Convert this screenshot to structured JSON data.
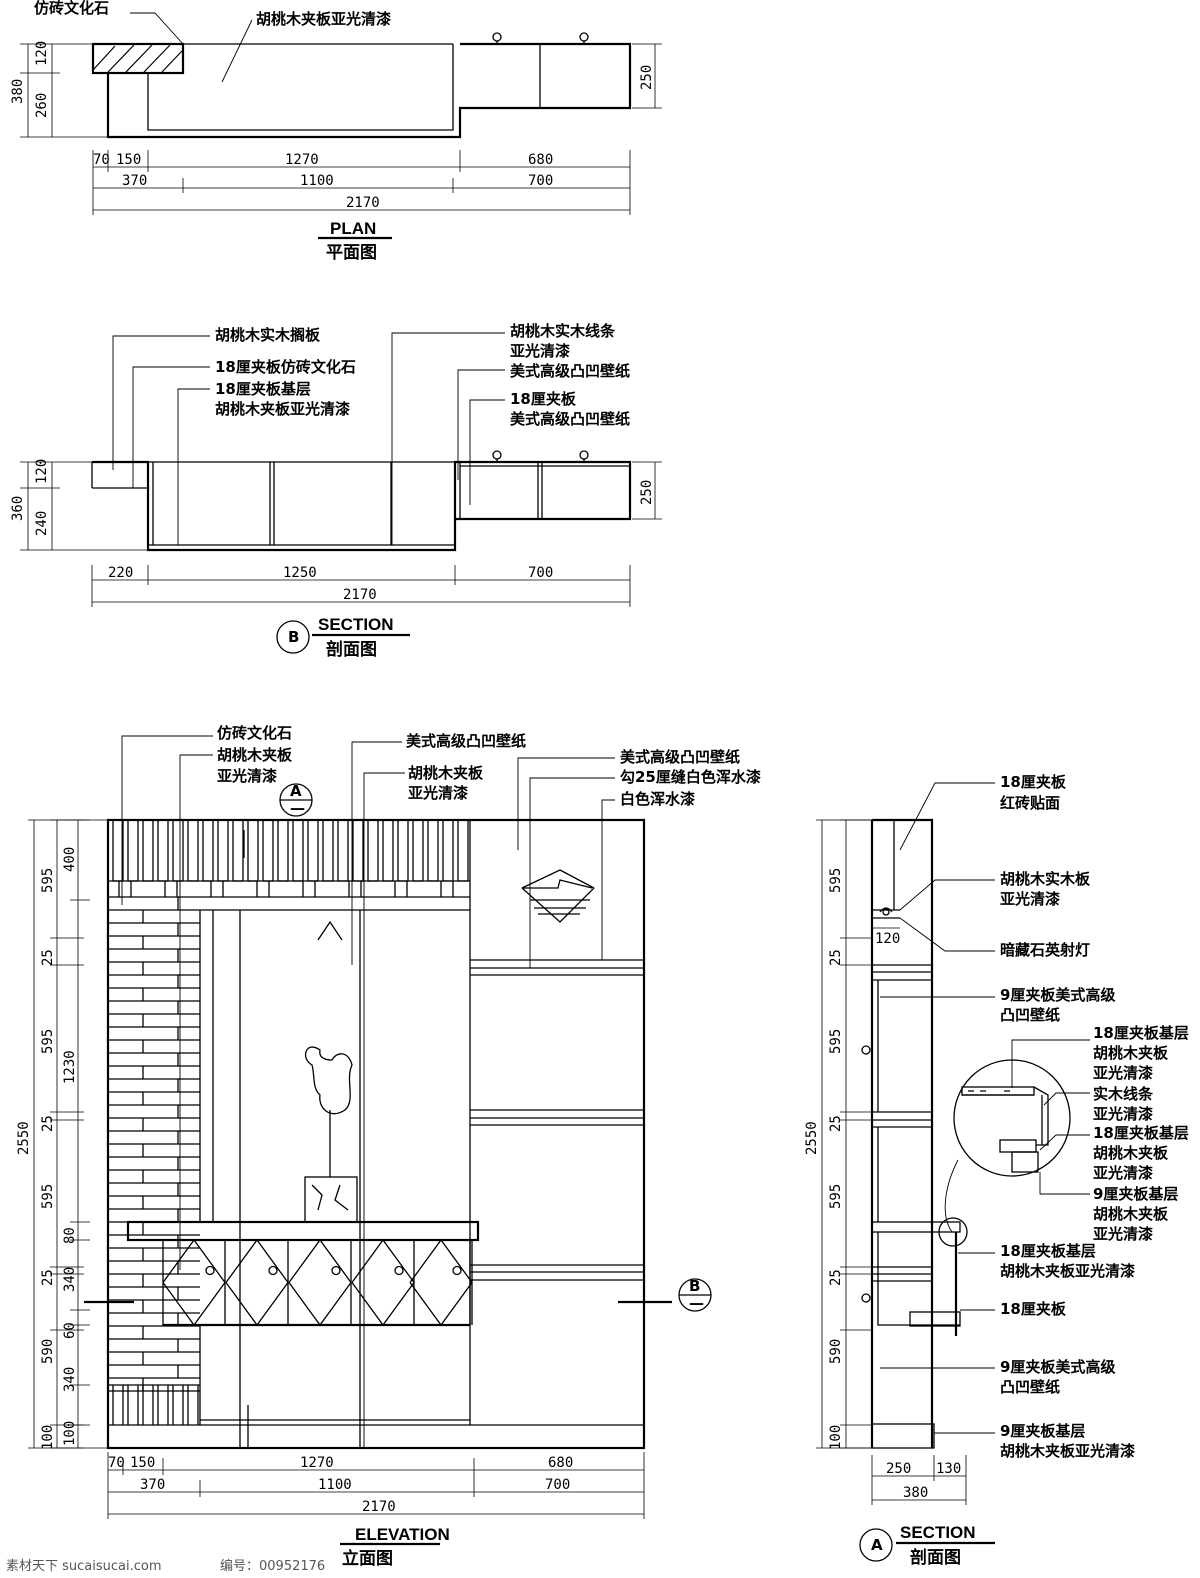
{
  "plan": {
    "labels": [
      "仿砖文化石",
      "胡桃木夹板亚光清漆"
    ],
    "dims_v": [
      "120",
      "260",
      "380",
      "250"
    ],
    "dims_row1": [
      "70",
      "150",
      "1270",
      "680"
    ],
    "dims_row2": [
      "370",
      "1100",
      "700"
    ],
    "dims_row3": [
      "2170"
    ],
    "title_en": "PLAN",
    "title_cn": "平面图"
  },
  "section_b": {
    "labels": [
      "胡桃木实木搁板",
      "18厘夹板仿砖文化石",
      "18厘夹板基层",
      "胡桃木夹板亚光清漆",
      "胡桃木实木线条",
      "亚光清漆",
      "美式高级凸凹壁纸",
      "18厘夹板",
      "美式高级凸凹壁纸"
    ],
    "dims_v": [
      "120",
      "240",
      "360",
      "250"
    ],
    "dims_row1": [
      "220",
      "1250",
      "700"
    ],
    "dims_row2": [
      "2170"
    ],
    "marker": "B",
    "title_en": "SECTION",
    "title_cn": "剖面图"
  },
  "elevation": {
    "labels": [
      "仿砖文化石",
      "胡桃木夹板",
      "亚光清漆",
      "美式高级凸凹壁纸",
      "胡桃木夹板",
      "亚光清漆",
      "美式高级凸凹壁纸",
      "勾25厘缝白色浑水漆",
      "白色浑水漆"
    ],
    "marker_a": "A",
    "marker_b": "B",
    "marker_sub": "—",
    "dims_v_inner": [
      "400",
      "1230",
      "80",
      "340",
      "60",
      "340",
      "100"
    ],
    "dims_v_outer": [
      "595",
      "25",
      "595",
      "25",
      "595",
      "25",
      "590",
      "100"
    ],
    "dims_total": "2550",
    "dims_row1": [
      "70",
      "150",
      "1270",
      "680"
    ],
    "dims_row2": [
      "370",
      "1100",
      "700"
    ],
    "dims_row3": [
      "2170"
    ],
    "title_en": "ELEVATION",
    "title_cn": "立面图"
  },
  "section_a": {
    "labels": [
      "18厘夹板",
      "红砖贴面",
      "胡桃木实木板",
      "亚光清漆",
      "暗藏石英射灯",
      "9厘夹板美式高级",
      "凸凹壁纸",
      "18厘夹板基层",
      "胡桃木夹板",
      "亚光清漆",
      "实木线条",
      "亚光清漆",
      "18厘夹板基层",
      "胡桃木夹板",
      "亚光清漆",
      "9厘夹板基层",
      "胡桃木夹板",
      "亚光清漆",
      "18厘夹板基层",
      "胡桃木夹板亚光清漆",
      "18厘夹板",
      "9厘夹板美式高级",
      "凸凹壁纸",
      "9厘夹板基层",
      "胡桃木夹板亚光清漆"
    ],
    "dim_120": "120",
    "dims_v": [
      "595",
      "25",
      "595",
      "25",
      "595",
      "25",
      "590",
      "100"
    ],
    "dims_total": "2550",
    "dims_row1": [
      "250",
      "130"
    ],
    "dims_row2": [
      "380"
    ],
    "marker": "A",
    "title_en": "SECTION",
    "title_cn": "剖面图"
  },
  "watermark": {
    "left": "素材天下 sucaisucai.com",
    "right": "编号：00952176"
  }
}
